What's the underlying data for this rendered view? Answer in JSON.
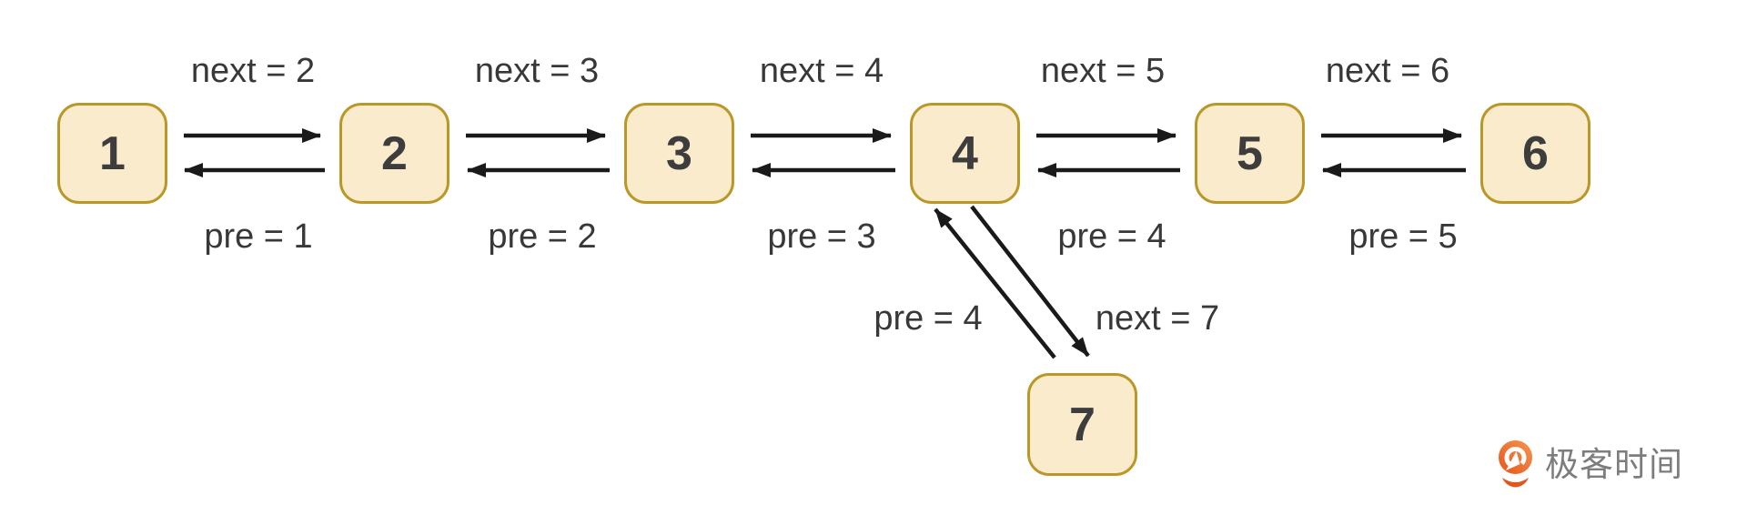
{
  "diagram": {
    "nodes": [
      {
        "label": "1"
      },
      {
        "label": "2"
      },
      {
        "label": "3"
      },
      {
        "label": "4"
      },
      {
        "label": "5"
      },
      {
        "label": "6"
      },
      {
        "label": "7"
      }
    ],
    "next_labels": [
      "next = 2",
      "next = 3",
      "next = 4",
      "next = 5",
      "next = 6"
    ],
    "pre_labels": [
      "pre = 1",
      "pre = 2",
      "pre = 3",
      "pre = 4",
      "pre = 5"
    ],
    "insert": {
      "pre_label": "pre = 4",
      "next_label": "next = 7"
    }
  },
  "branding": {
    "logo_text": "极客时间"
  },
  "colors": {
    "node_fill": "#FAEBCD",
    "node_border": "#BA9727",
    "arrow": "#1A1A1A",
    "label_text": "#383838",
    "node_text": "#3D3D3D",
    "logo_text_color": "#7D7D7D",
    "logo_orange_dark": "#E2571B",
    "logo_orange_light": "#F79552"
  }
}
